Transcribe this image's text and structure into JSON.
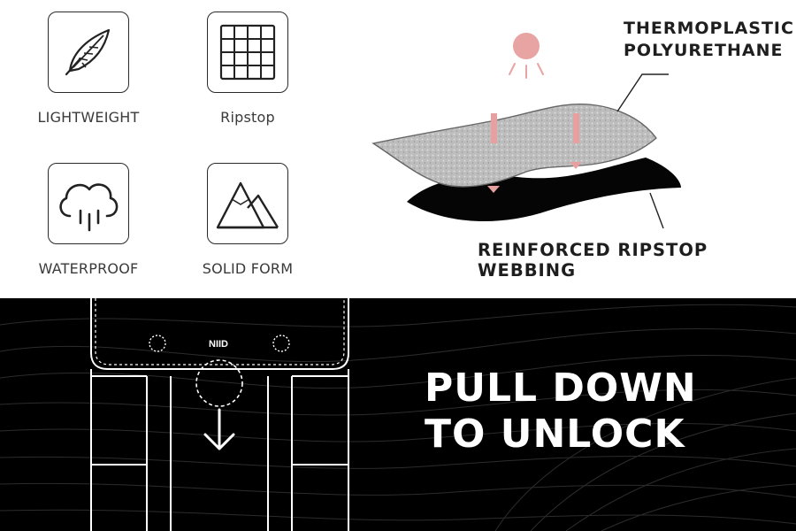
{
  "features": [
    {
      "label": "LIGHTWEIGHT",
      "icon": "feather-icon"
    },
    {
      "label": "Ripstop",
      "icon": "grid-icon"
    },
    {
      "label": "WATERPROOF",
      "icon": "rain-cloud-icon"
    },
    {
      "label": "SOLID FORM",
      "icon": "mountains-icon"
    }
  ],
  "materials": {
    "top_layer_label": "THERMOPLASTIC POLYURETHANE",
    "bottom_layer_label": "REINFORCED RIPSTOP WEBBING"
  },
  "headline": {
    "line1": "PULL DOWN",
    "line2": "TO UNLOCK"
  },
  "device": {
    "logo": "NIID"
  },
  "colors": {
    "accent": "#e8a3a3",
    "top_bg": "#ffffff",
    "bottom_bg": "#000000",
    "text": "#1e1e1e"
  }
}
